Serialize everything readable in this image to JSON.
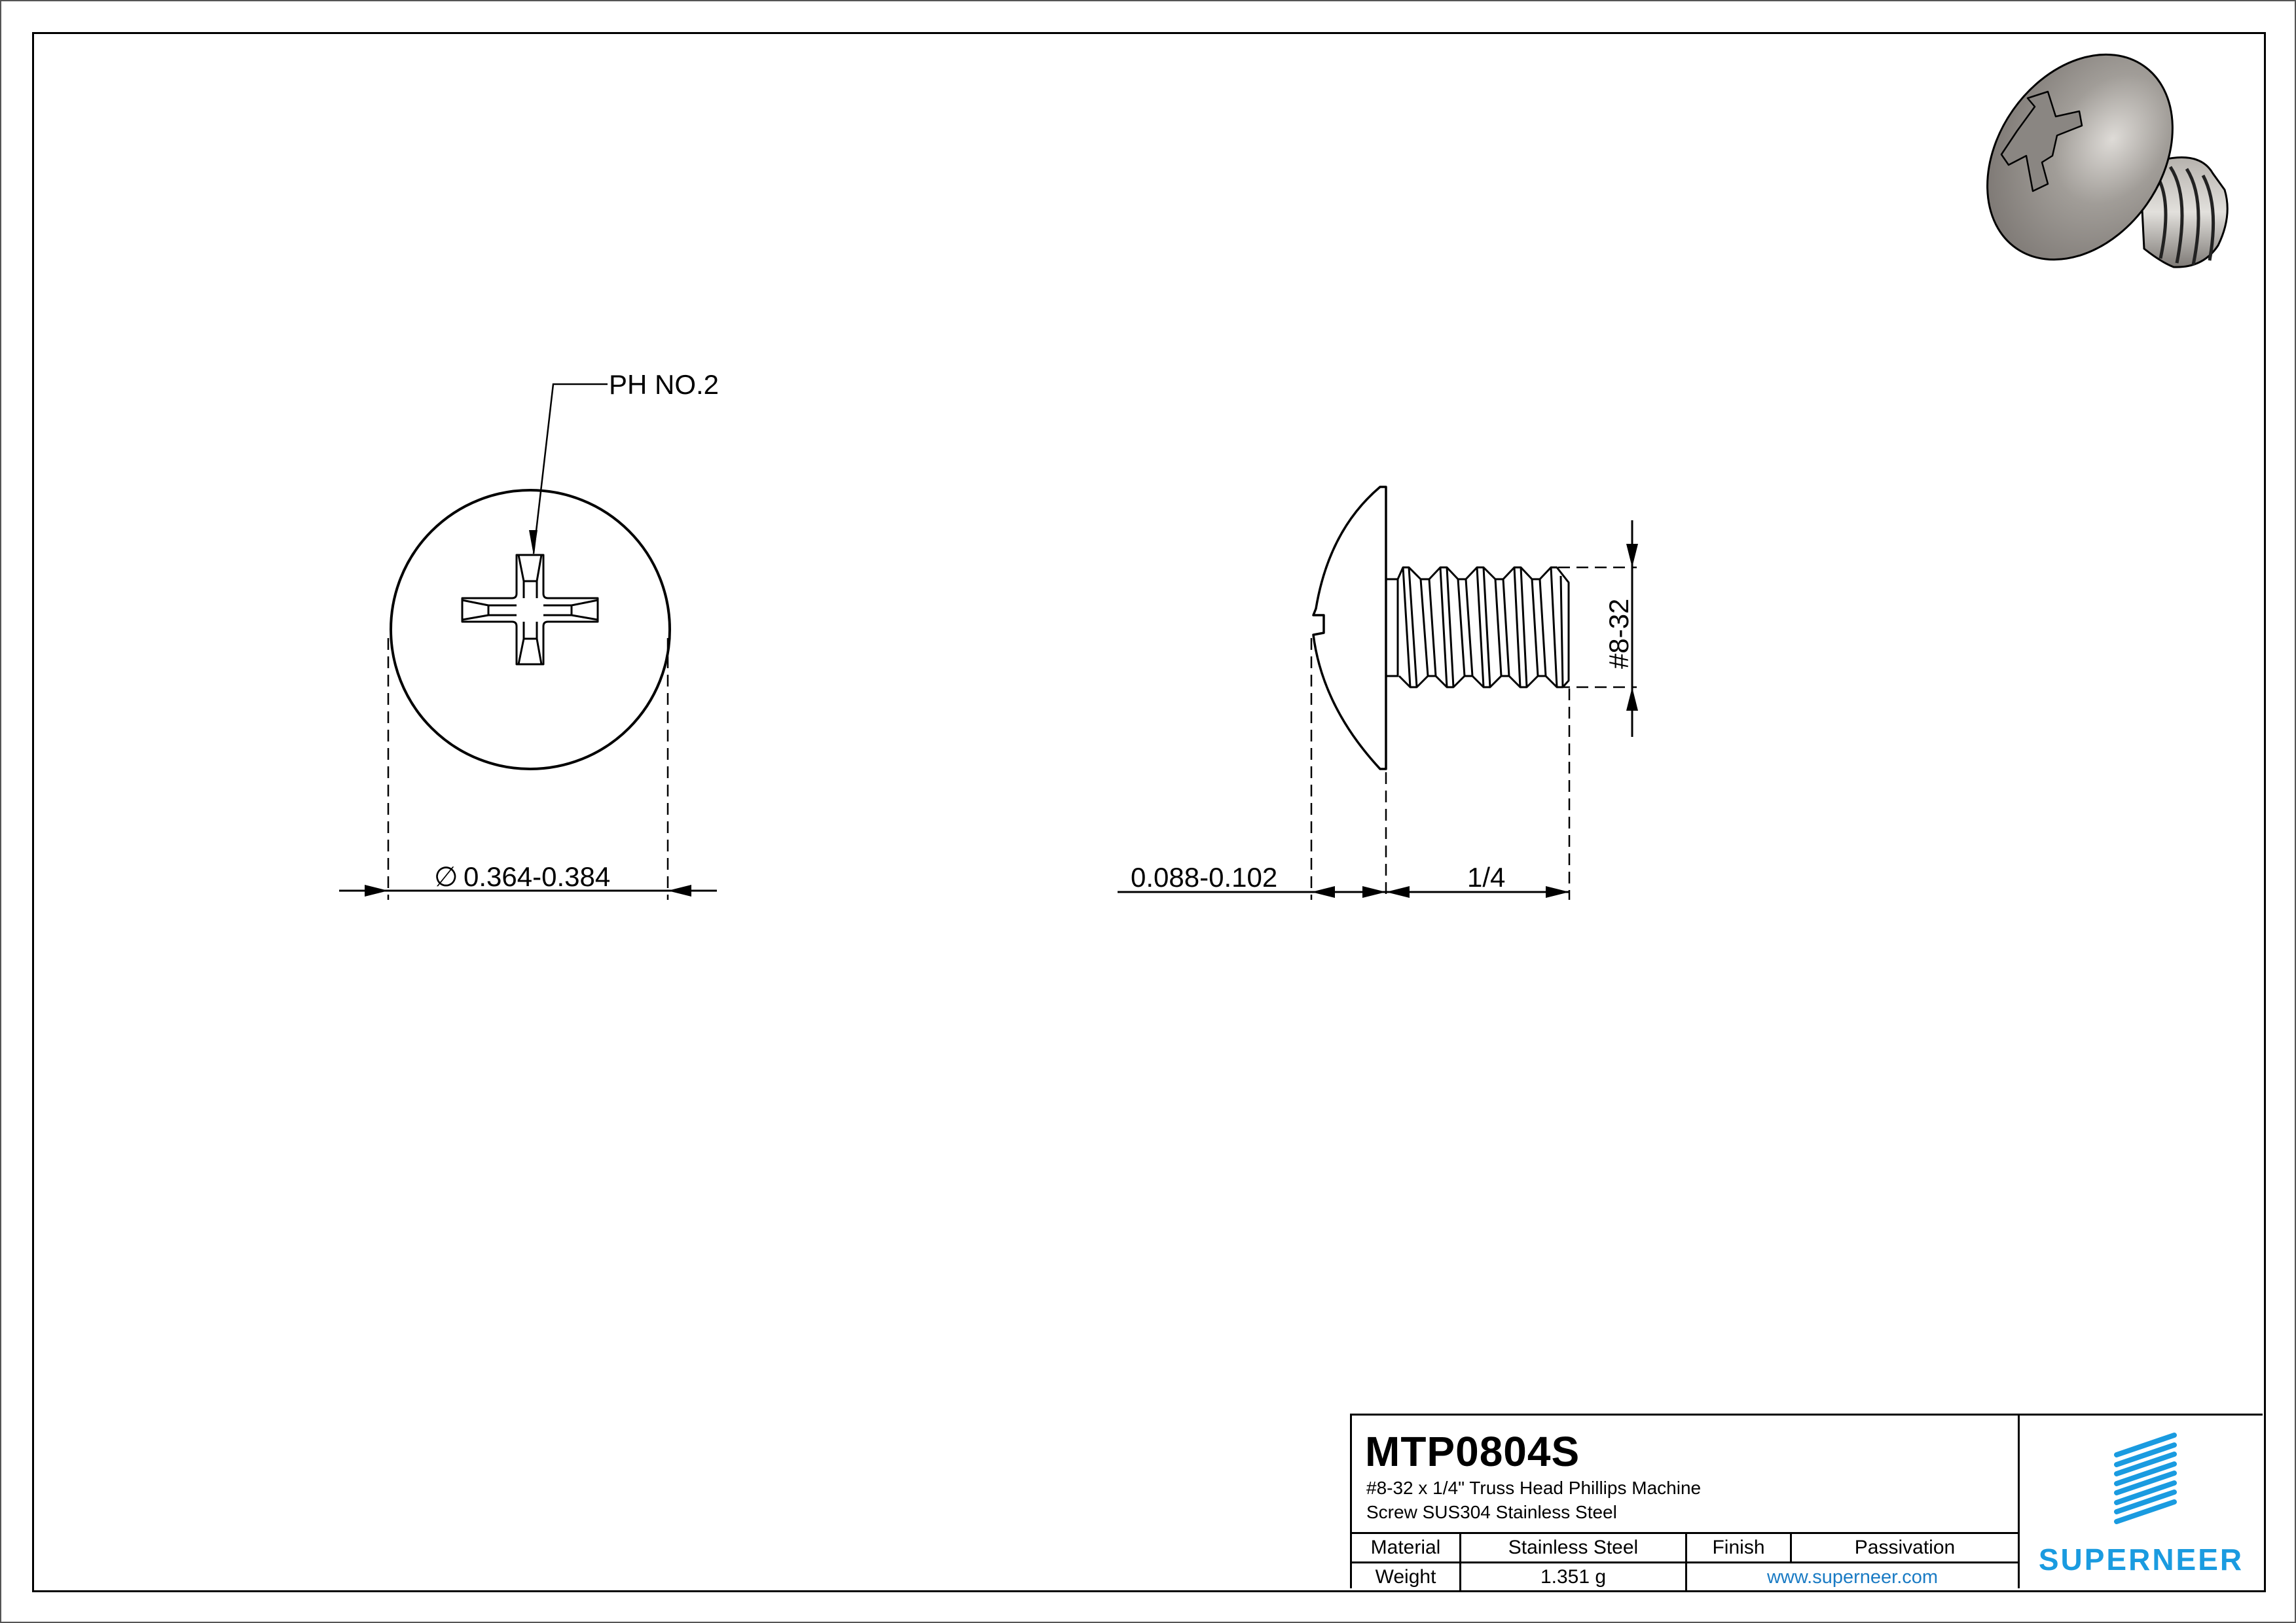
{
  "drawing": {
    "front_view": {
      "callout_label": "PH NO.2",
      "diameter_symbol": "∅",
      "diameter_dimension": "0.364-0.384"
    },
    "side_view": {
      "head_height_dimension": "0.088-0.102",
      "length_dimension": "1/4",
      "thread_dimension": "#8-32"
    },
    "isometric_view": {
      "description": "shaded 3D render of truss head phillips screw",
      "fill_color": "#8f8b87"
    }
  },
  "title_block": {
    "part_number": "MTP0804S",
    "description_line1": "#8-32 x 1/4\" Truss Head Phillips Machine",
    "description_line2": "Screw SUS304 Stainless Steel",
    "material_label": "Material",
    "material_value": "Stainless Steel",
    "finish_label": "Finish",
    "finish_value": "Passivation",
    "weight_label": "Weight",
    "weight_value": "1.351 g",
    "website": "www.superneer.com",
    "logo_text": "SUPERNEER",
    "brand_color": "#1a9be0",
    "link_color": "#1a7bc4"
  }
}
